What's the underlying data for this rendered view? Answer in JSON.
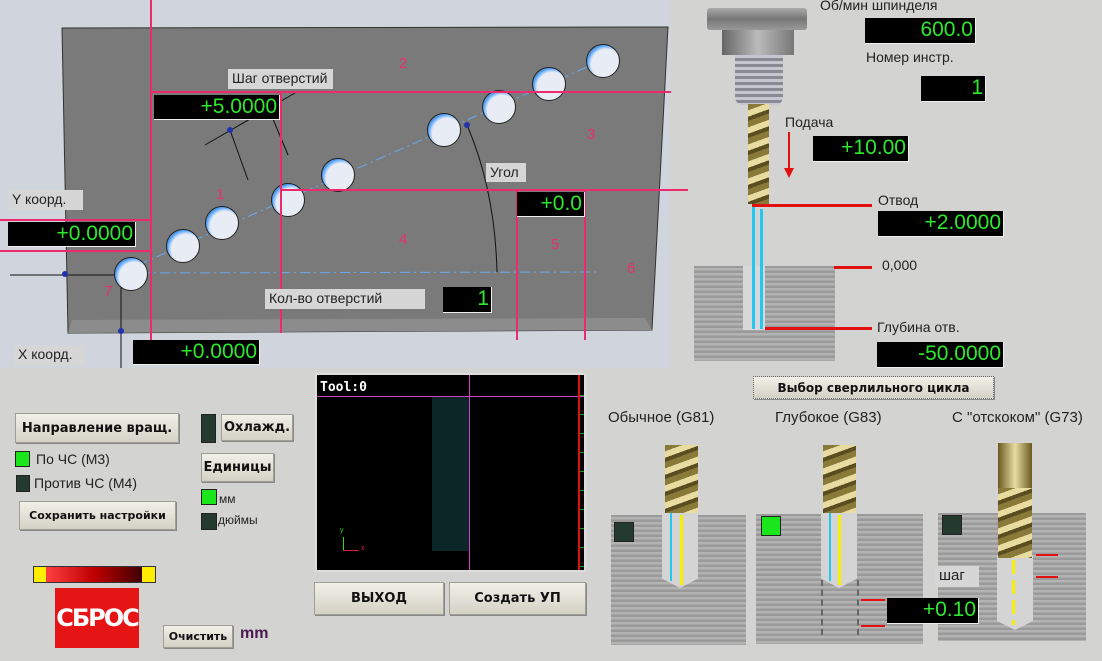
{
  "pattern": {
    "pitch_label": "Шаг отверстий",
    "pitch_value": "+5.0000",
    "angle_label": "Угол",
    "angle_value": "+0.0",
    "y_label": "Y коорд.",
    "y_value": "+0.0000",
    "x_label": "X коорд.",
    "x_value": "+0.0000",
    "count_label": "Кол-во отверстий",
    "count_value": "1",
    "markers": [
      "1",
      "2",
      "3",
      "4",
      "5",
      "6",
      "7"
    ]
  },
  "spindle": {
    "rpm_label": "Об/мин шпинделя",
    "rpm_value": "600.0",
    "tool_label": "Номер инстр.",
    "tool_value": "1",
    "feed_label": "Подача",
    "feed_value": "+10.00",
    "retract_label": "Отвод",
    "retract_value": "+2.0000",
    "zero_label": "0,000",
    "depth_label": "Глубина отв.",
    "depth_value": "-50.0000",
    "cycle_button": "Выбор сверлильного цикла"
  },
  "cycles": [
    {
      "label": "Обычное (G81)",
      "selected": false
    },
    {
      "label": "Глубокое (G83)",
      "selected": true,
      "value": "+0.10"
    },
    {
      "label": "С \"отскоком\" (G73)",
      "selected": false,
      "step_label": "шаг"
    }
  ],
  "controls": {
    "rotation_button": "Направление вращ.",
    "cw_label": "По ЧС (М3)",
    "cw_on": true,
    "ccw_label": "Против ЧС (М4)",
    "ccw_on": false,
    "save_button": "Сохранить настройки",
    "coolant_button": "Охлажд.",
    "coolant_on": false,
    "units_button": "Единицы",
    "mm_label": "мм",
    "mm_on": true,
    "inch_label": "дюймы",
    "inch_on": false,
    "reset_button": "СБРОС",
    "clear_button": "Очистить",
    "units_display": "mm"
  },
  "toolview": {
    "title": "Tool:0",
    "axis_x": "x",
    "axis_y": "y"
  },
  "footer": {
    "exit_button": "ВЫХОД",
    "create_button": "Создать УП"
  }
}
